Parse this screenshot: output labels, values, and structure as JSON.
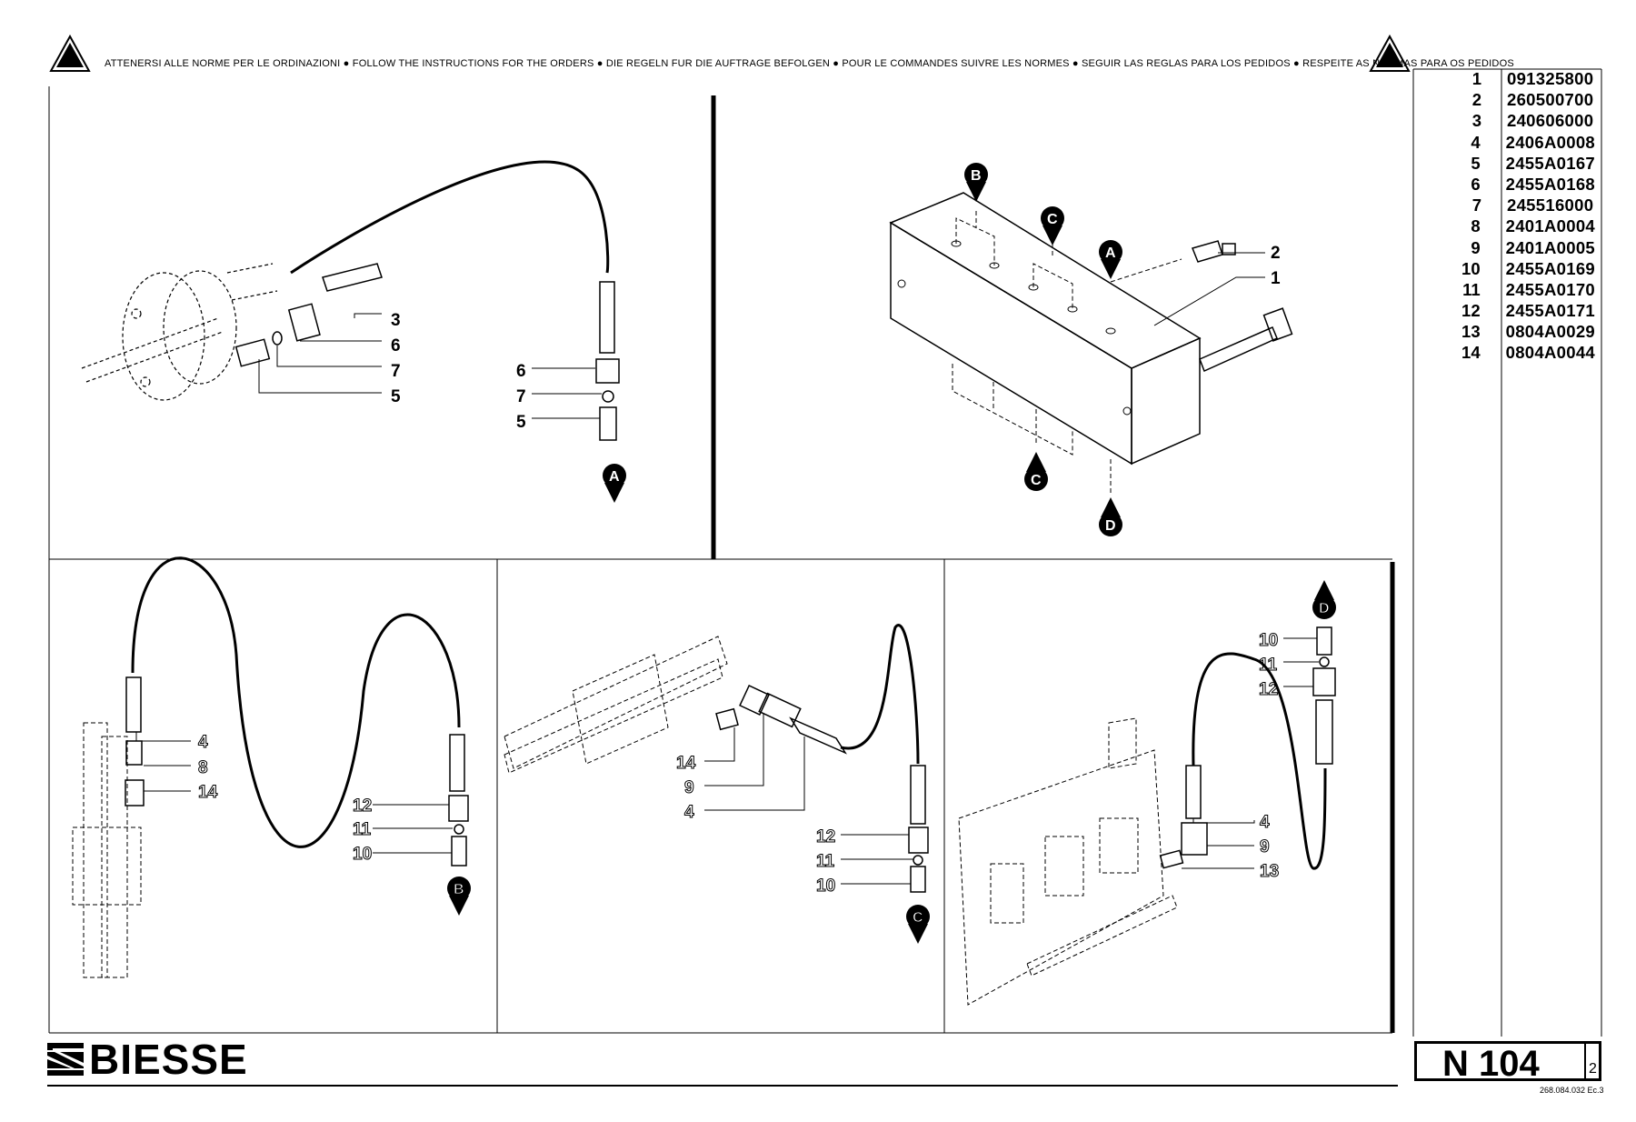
{
  "header": {
    "instructions": "ATTENERSI ALLE NORME PER LE ORDINAZIONI ● FOLLOW THE INSTRUCTIONS FOR THE ORDERS ● DIE REGELN FUR DIE AUFTRAGE BEFOLGEN ● POUR LE COMMANDES SUIVRE LES NORMES ● SEGUIR LAS REGLAS PARA LOS PEDIDOS ● RESPEITE AS NORMAS PARA OS PEDIDOS",
    "warning_icon": "warning-triangle-icon"
  },
  "parts": [
    {
      "num": "1",
      "code": "091325800"
    },
    {
      "num": "2",
      "code": "260500700"
    },
    {
      "num": "3",
      "code": "240606000"
    },
    {
      "num": "4",
      "code": "2406A0008"
    },
    {
      "num": "5",
      "code": "2455A0167"
    },
    {
      "num": "6",
      "code": "2455A0168"
    },
    {
      "num": "7",
      "code": "245516000"
    },
    {
      "num": "8",
      "code": "2401A0004"
    },
    {
      "num": "9",
      "code": "2401A0005"
    },
    {
      "num": "10",
      "code": "2455A0169"
    },
    {
      "num": "11",
      "code": "2455A0170"
    },
    {
      "num": "12",
      "code": "2455A0171"
    },
    {
      "num": "13",
      "code": "0804A0029"
    },
    {
      "num": "14",
      "code": "0804A0044"
    }
  ],
  "panel1": {
    "callouts_left": [
      "3",
      "6",
      "7",
      "5"
    ],
    "callouts_right": [
      "6",
      "7",
      "5"
    ],
    "marker": "A"
  },
  "panel2": {
    "markers": [
      "B",
      "C",
      "A",
      "C",
      "D"
    ],
    "callouts": [
      "2",
      "1"
    ]
  },
  "panel3": {
    "callouts_left": [
      "4",
      "8",
      "14"
    ],
    "callouts_right": [
      "12",
      "11",
      "10"
    ],
    "marker": "B"
  },
  "panel4": {
    "callouts_left": [
      "14",
      "9",
      "4"
    ],
    "callouts_right": [
      "12",
      "11",
      "10"
    ],
    "marker": "C"
  },
  "panel5": {
    "callouts_top": [
      "10",
      "11",
      "12"
    ],
    "callouts_bottom": [
      "4",
      "9",
      "13"
    ],
    "marker": "D"
  },
  "footer": {
    "brand": "BIESSE",
    "table_number": "N 104",
    "sheet": "2",
    "doc_ref": "268.084.032 Ec.3"
  },
  "colors": {
    "ink": "#000000",
    "paper": "#ffffff"
  }
}
